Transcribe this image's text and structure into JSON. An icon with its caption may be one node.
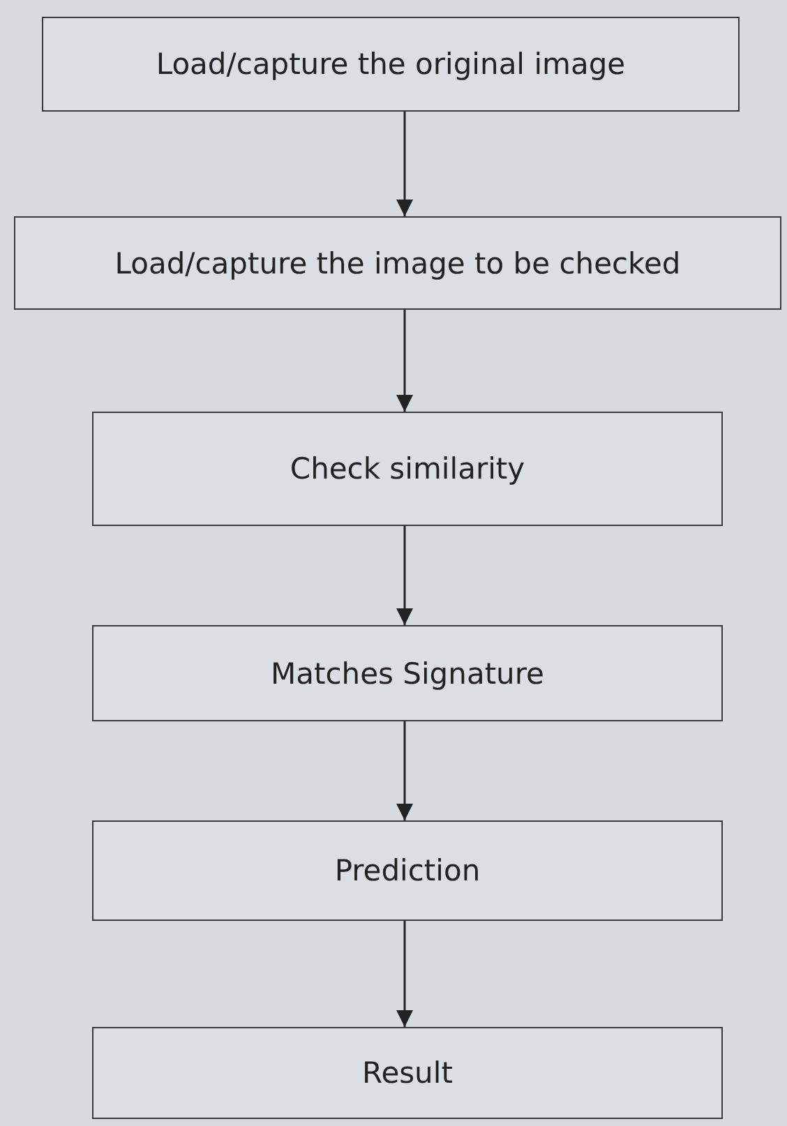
{
  "diagram": {
    "nodes": [
      {
        "text": [
          "Load/capture the original image"
        ]
      },
      {
        "text": [
          "Load/capture the image to be checked"
        ]
      },
      {
        "text": [
          "Check similarity"
        ]
      },
      {
        "text": [
          "Matches Signature"
        ]
      },
      {
        "text": [
          "Prediction"
        ]
      },
      {
        "text": [
          "Result"
        ]
      }
    ],
    "edges": [
      {
        "from": 0,
        "to": 1,
        "arrow": "to"
      },
      {
        "from": 1,
        "to": 2,
        "arrow": "to"
      },
      {
        "from": 2,
        "to": 3,
        "arrow": "to"
      },
      {
        "from": 3,
        "to": 4,
        "arrow": "to"
      },
      {
        "from": 4,
        "to": 5,
        "arrow": "to"
      }
    ]
  }
}
